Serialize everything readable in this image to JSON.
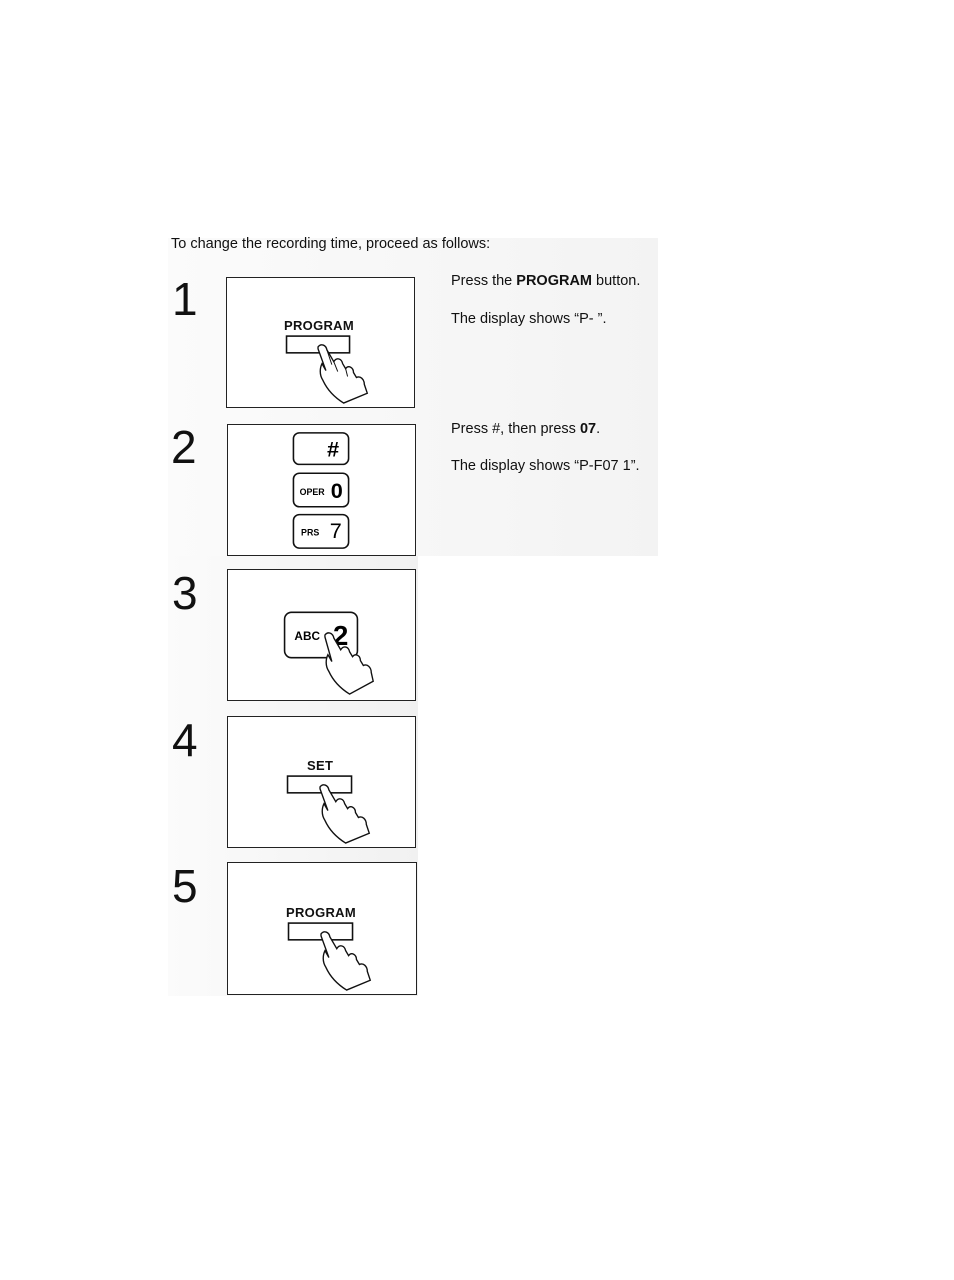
{
  "intro": "To change the recording time, proceed as follows:",
  "steps": [
    {
      "number": "1",
      "button": "PROGRAM"
    },
    {
      "number": "2",
      "keys": [
        {
          "symbol": "#"
        },
        {
          "small": "OPER",
          "digit": "0"
        },
        {
          "small": "PRS",
          "digit": "7"
        }
      ]
    },
    {
      "number": "3",
      "key": {
        "small": "ABC",
        "digit": "2"
      }
    },
    {
      "number": "4",
      "button": "SET"
    },
    {
      "number": "5",
      "button": "PROGRAM"
    }
  ],
  "instructions": {
    "step1_a": "Press the ",
    "step1_b": "PROGRAM",
    "step1_c": " button.",
    "step1_display": "The display shows “P-  ”.",
    "step2_a": "Press #, then press ",
    "step2_b": "07",
    "step2_c": ".",
    "step2_display": "The display shows “P-F07  1”."
  }
}
